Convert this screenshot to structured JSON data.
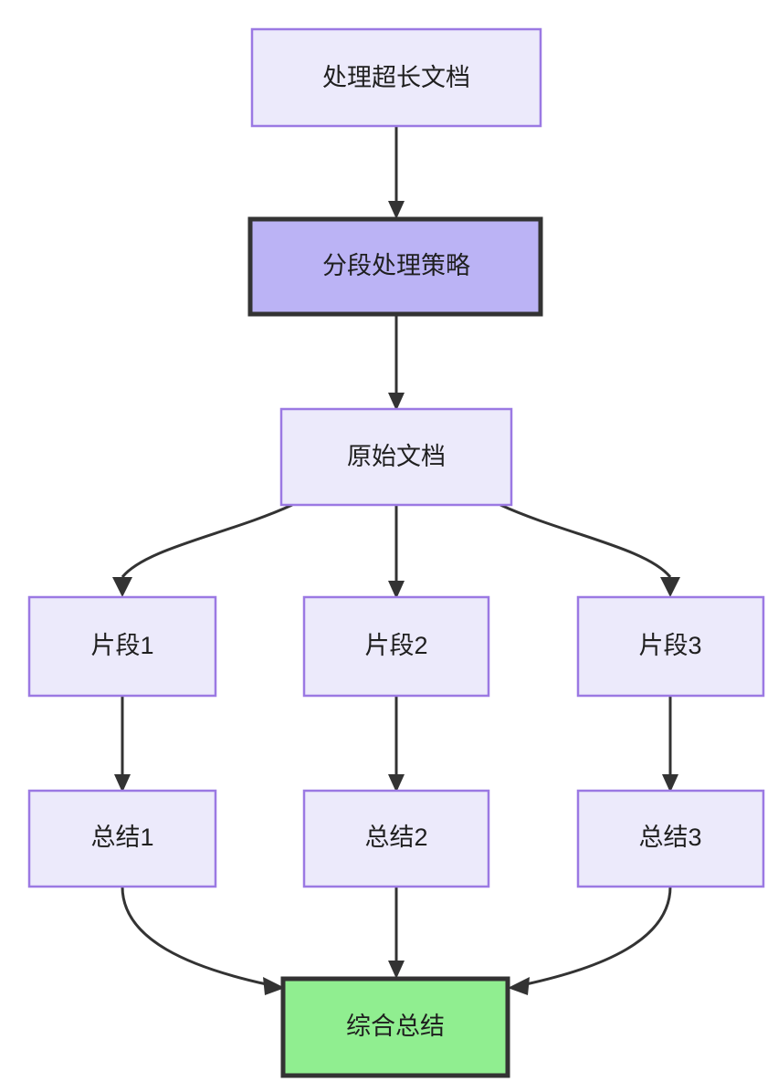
{
  "diagram": {
    "type": "flowchart",
    "direction": "top-to-bottom",
    "background_color": "#ffffff",
    "title_node": "处理超长文档",
    "colors": {
      "node_fill": "#ECEAFB",
      "node_stroke": "#9B79E3",
      "accent_fill": "#BBB3F5",
      "accent_stroke": "#333333",
      "result_fill": "#90EE90",
      "result_stroke": "#333333",
      "edge_stroke": "#333333",
      "text": "#1f1f1f"
    },
    "nodes": [
      {
        "id": "n_doc",
        "label": "处理超长文档",
        "style": "default"
      },
      {
        "id": "n_strategy",
        "label": "分段处理策略",
        "style": "accent"
      },
      {
        "id": "n_source",
        "label": "原始文档",
        "style": "default"
      },
      {
        "id": "n_frag1",
        "label": "片段1",
        "style": "default"
      },
      {
        "id": "n_frag2",
        "label": "片段2",
        "style": "default"
      },
      {
        "id": "n_frag3",
        "label": "片段3",
        "style": "default"
      },
      {
        "id": "n_sum1",
        "label": "总结1",
        "style": "default"
      },
      {
        "id": "n_sum2",
        "label": "总结2",
        "style": "default"
      },
      {
        "id": "n_sum3",
        "label": "总结3",
        "style": "default"
      },
      {
        "id": "n_final",
        "label": "综合总结",
        "style": "result"
      }
    ],
    "edges": [
      {
        "from": "n_doc",
        "to": "n_strategy",
        "shape": "straight"
      },
      {
        "from": "n_strategy",
        "to": "n_source",
        "shape": "straight"
      },
      {
        "from": "n_source",
        "to": "n_frag1",
        "shape": "curved"
      },
      {
        "from": "n_source",
        "to": "n_frag2",
        "shape": "straight"
      },
      {
        "from": "n_source",
        "to": "n_frag3",
        "shape": "curved"
      },
      {
        "from": "n_frag1",
        "to": "n_sum1",
        "shape": "straight"
      },
      {
        "from": "n_frag2",
        "to": "n_sum2",
        "shape": "straight"
      },
      {
        "from": "n_frag3",
        "to": "n_sum3",
        "shape": "straight"
      },
      {
        "from": "n_sum1",
        "to": "n_final",
        "shape": "curved"
      },
      {
        "from": "n_sum2",
        "to": "n_final",
        "shape": "straight"
      },
      {
        "from": "n_sum3",
        "to": "n_final",
        "shape": "curved"
      }
    ]
  }
}
